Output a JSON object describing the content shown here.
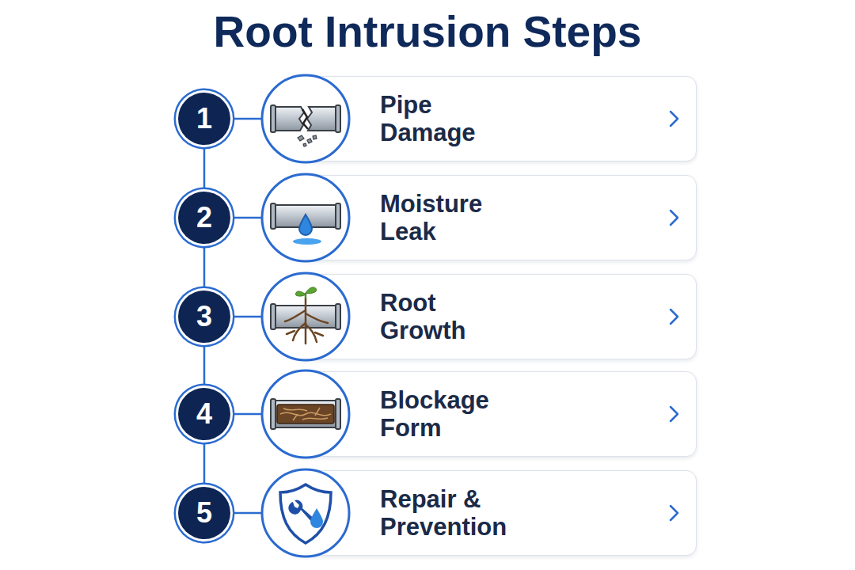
{
  "diagram": {
    "title": "Root Intrusion Steps",
    "nodes": [
      {
        "text": [
          "1"
        ]
      },
      {
        "text": [
          "Pipe Damage"
        ]
      },
      {
        "text": [
          "2"
        ]
      },
      {
        "text": [
          "Moisture Leak"
        ]
      },
      {
        "text": [
          "3"
        ]
      },
      {
        "text": [
          "Root Growth"
        ]
      },
      {
        "text": [
          "4"
        ]
      },
      {
        "text": [
          "Blockage Form"
        ]
      },
      {
        "text": [
          "5"
        ]
      },
      {
        "text": [
          "Repair & Prevention"
        ]
      }
    ],
    "edges": [
      {
        "from": 0,
        "to": 2,
        "arrow": "none"
      },
      {
        "from": 2,
        "to": 4,
        "arrow": "none"
      },
      {
        "from": 4,
        "to": 6,
        "arrow": "none"
      },
      {
        "from": 6,
        "to": 8,
        "arrow": "none"
      }
    ]
  }
}
